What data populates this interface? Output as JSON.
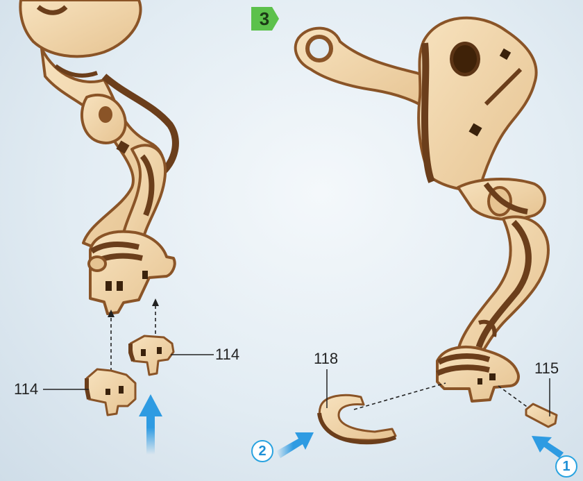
{
  "step": {
    "number": "3"
  },
  "parts": {
    "left_upper": "114",
    "left_lower": "114",
    "ring": "118",
    "small": "115"
  },
  "callouts": {
    "first": "1",
    "second": "2"
  },
  "colors": {
    "wood": "#f0d5a8",
    "edge": "#8a5427",
    "arrow": "#2e9be2",
    "step_badge": "#5cc14b"
  }
}
